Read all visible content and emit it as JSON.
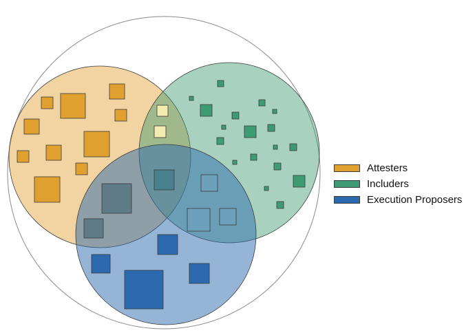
{
  "colors": {
    "attesters": "#E0A030",
    "includers": "#3E9A72",
    "execution_proposers": "#2C69AE",
    "outer_circle": "#8a8a8a",
    "outline": "#3a3a3a"
  },
  "legend": [
    {
      "label": "Attesters",
      "color": "#E0A030"
    },
    {
      "label": "Includers",
      "color": "#3E9A72"
    },
    {
      "label": "Execution Proposers",
      "color": "#2C69AE"
    }
  ]
}
